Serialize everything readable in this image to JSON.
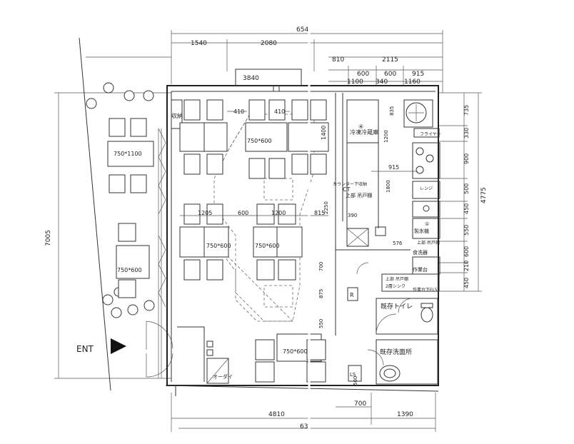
{
  "dimensions_top": {
    "total": "654",
    "seg_1540": "1540",
    "seg_2080": "2080",
    "seg_3840": "3840",
    "row2_810": "810",
    "row2_2115": "2115",
    "row3_600a": "600",
    "row3_600b": "600",
    "row3_915": "915",
    "row4_1100": "1100",
    "row4_340": "340",
    "row4_1160": "1160"
  },
  "dimensions_left": {
    "height": "7005"
  },
  "dimensions_right": {
    "d735": "735",
    "d330": "330",
    "d900": "900",
    "d500": "500",
    "d450": "450",
    "d550": "550",
    "d600": "600",
    "d210": "210",
    "d450b": "450",
    "total": "4775"
  },
  "dimensions_bottom": {
    "d4810": "4810",
    "d1390": "1390",
    "d700": "700",
    "total": "63"
  },
  "interior_dims": {
    "d410a": "410",
    "d410b": "410",
    "d1400": "1400",
    "d1205": "1205",
    "d600": "600",
    "d1200": "1200",
    "d815": "815",
    "d2250": "2250",
    "d390": "390",
    "d700": "700",
    "d875": "875",
    "d550": "550",
    "d500": "500",
    "d576": "576",
    "d1200k": "1200",
    "d915": "915",
    "d1800": "1800",
    "d835": "835"
  },
  "tables": {
    "t1": "750*1100",
    "t2": "750*600",
    "t3": "750*600",
    "t4": "750*600",
    "t5": "750*600",
    "t6": "750*600"
  },
  "labels": {
    "entrance": "ENT",
    "storage": "収納",
    "freezer": "冷凍冷蔵庫",
    "counter_under": "カウンター下収納",
    "upper_cabinet": "上部 吊戸棚",
    "ct": "CT",
    "ice_maker": "製氷機",
    "upper_cabinet2": "上部 吊戸棚",
    "dish_rack": "食洗器",
    "work_table": "作業台",
    "upper_cabinet3": "上部 吊戸棚",
    "sink2": "2層シンク",
    "work_table_fl": "作業台下FL5",
    "existing_toilet": "既存トイレ",
    "existing_washroom": "既存洗面所",
    "fryer": "フライヤー",
    "range": "レンジ",
    "order": "オーダイ",
    "r_mark": "R",
    "ls": "LS",
    "circled_4": "④",
    "circled_1": "①"
  }
}
